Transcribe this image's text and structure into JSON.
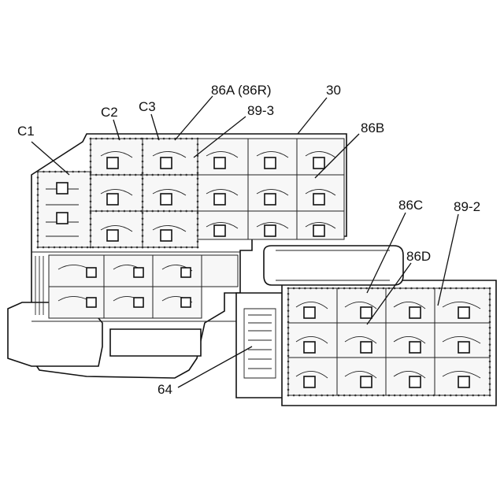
{
  "figure": {
    "labels": {
      "c1": "C1",
      "c2": "C2",
      "c3": "C3",
      "l86a": "86A (86R)",
      "l30": "30",
      "l893": "89-3",
      "l86b": "86B",
      "l86c": "86C",
      "l892": "89-2",
      "l86d": "86D",
      "l64": "64"
    },
    "colors": {
      "line": "#111111",
      "background": "#ffffff"
    }
  }
}
